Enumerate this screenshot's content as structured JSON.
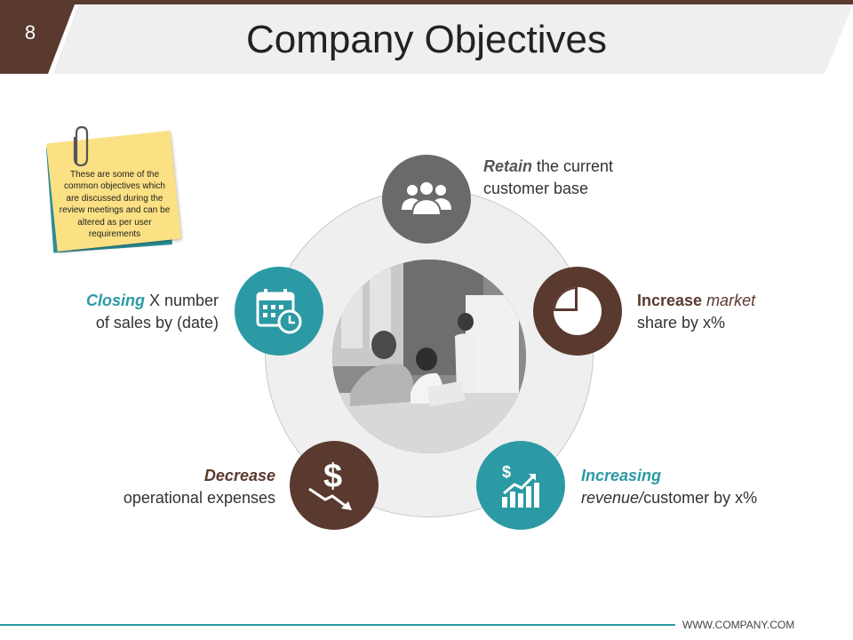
{
  "slide": {
    "number": "8",
    "title": "Company Objectives"
  },
  "note": {
    "text": "These are some of the common objectives which are discussed during the review meetings and can be altered as per user requirements"
  },
  "objectives": {
    "retain": {
      "emph": "Retain",
      "rest1": " the current",
      "line2": "customer base"
    },
    "market": {
      "emph": "Increase",
      "emph2": " market",
      "line2": "share by x%"
    },
    "revenue": {
      "emph": "Increasing",
      "italic": "revenue/",
      "rest": "customer by x%"
    },
    "expenses": {
      "emph": "Decrease",
      "line2": "operational expenses"
    },
    "closing": {
      "emph": "Closing",
      "rest1": " X number",
      "line2": "of sales by (date)"
    }
  },
  "icons": {
    "retain": "users-group-icon",
    "market": "pie-chart-icon",
    "revenue": "revenue-growth-chart-icon",
    "expenses": "dollar-decline-icon",
    "closing": "calendar-clock-icon"
  },
  "colors": {
    "brown": "#5a3a2e",
    "teal": "#2b9aa4",
    "gray": "#6a6a6a",
    "note": "#fbe183"
  },
  "footer": {
    "url": "WWW.COMPANY.COM"
  }
}
